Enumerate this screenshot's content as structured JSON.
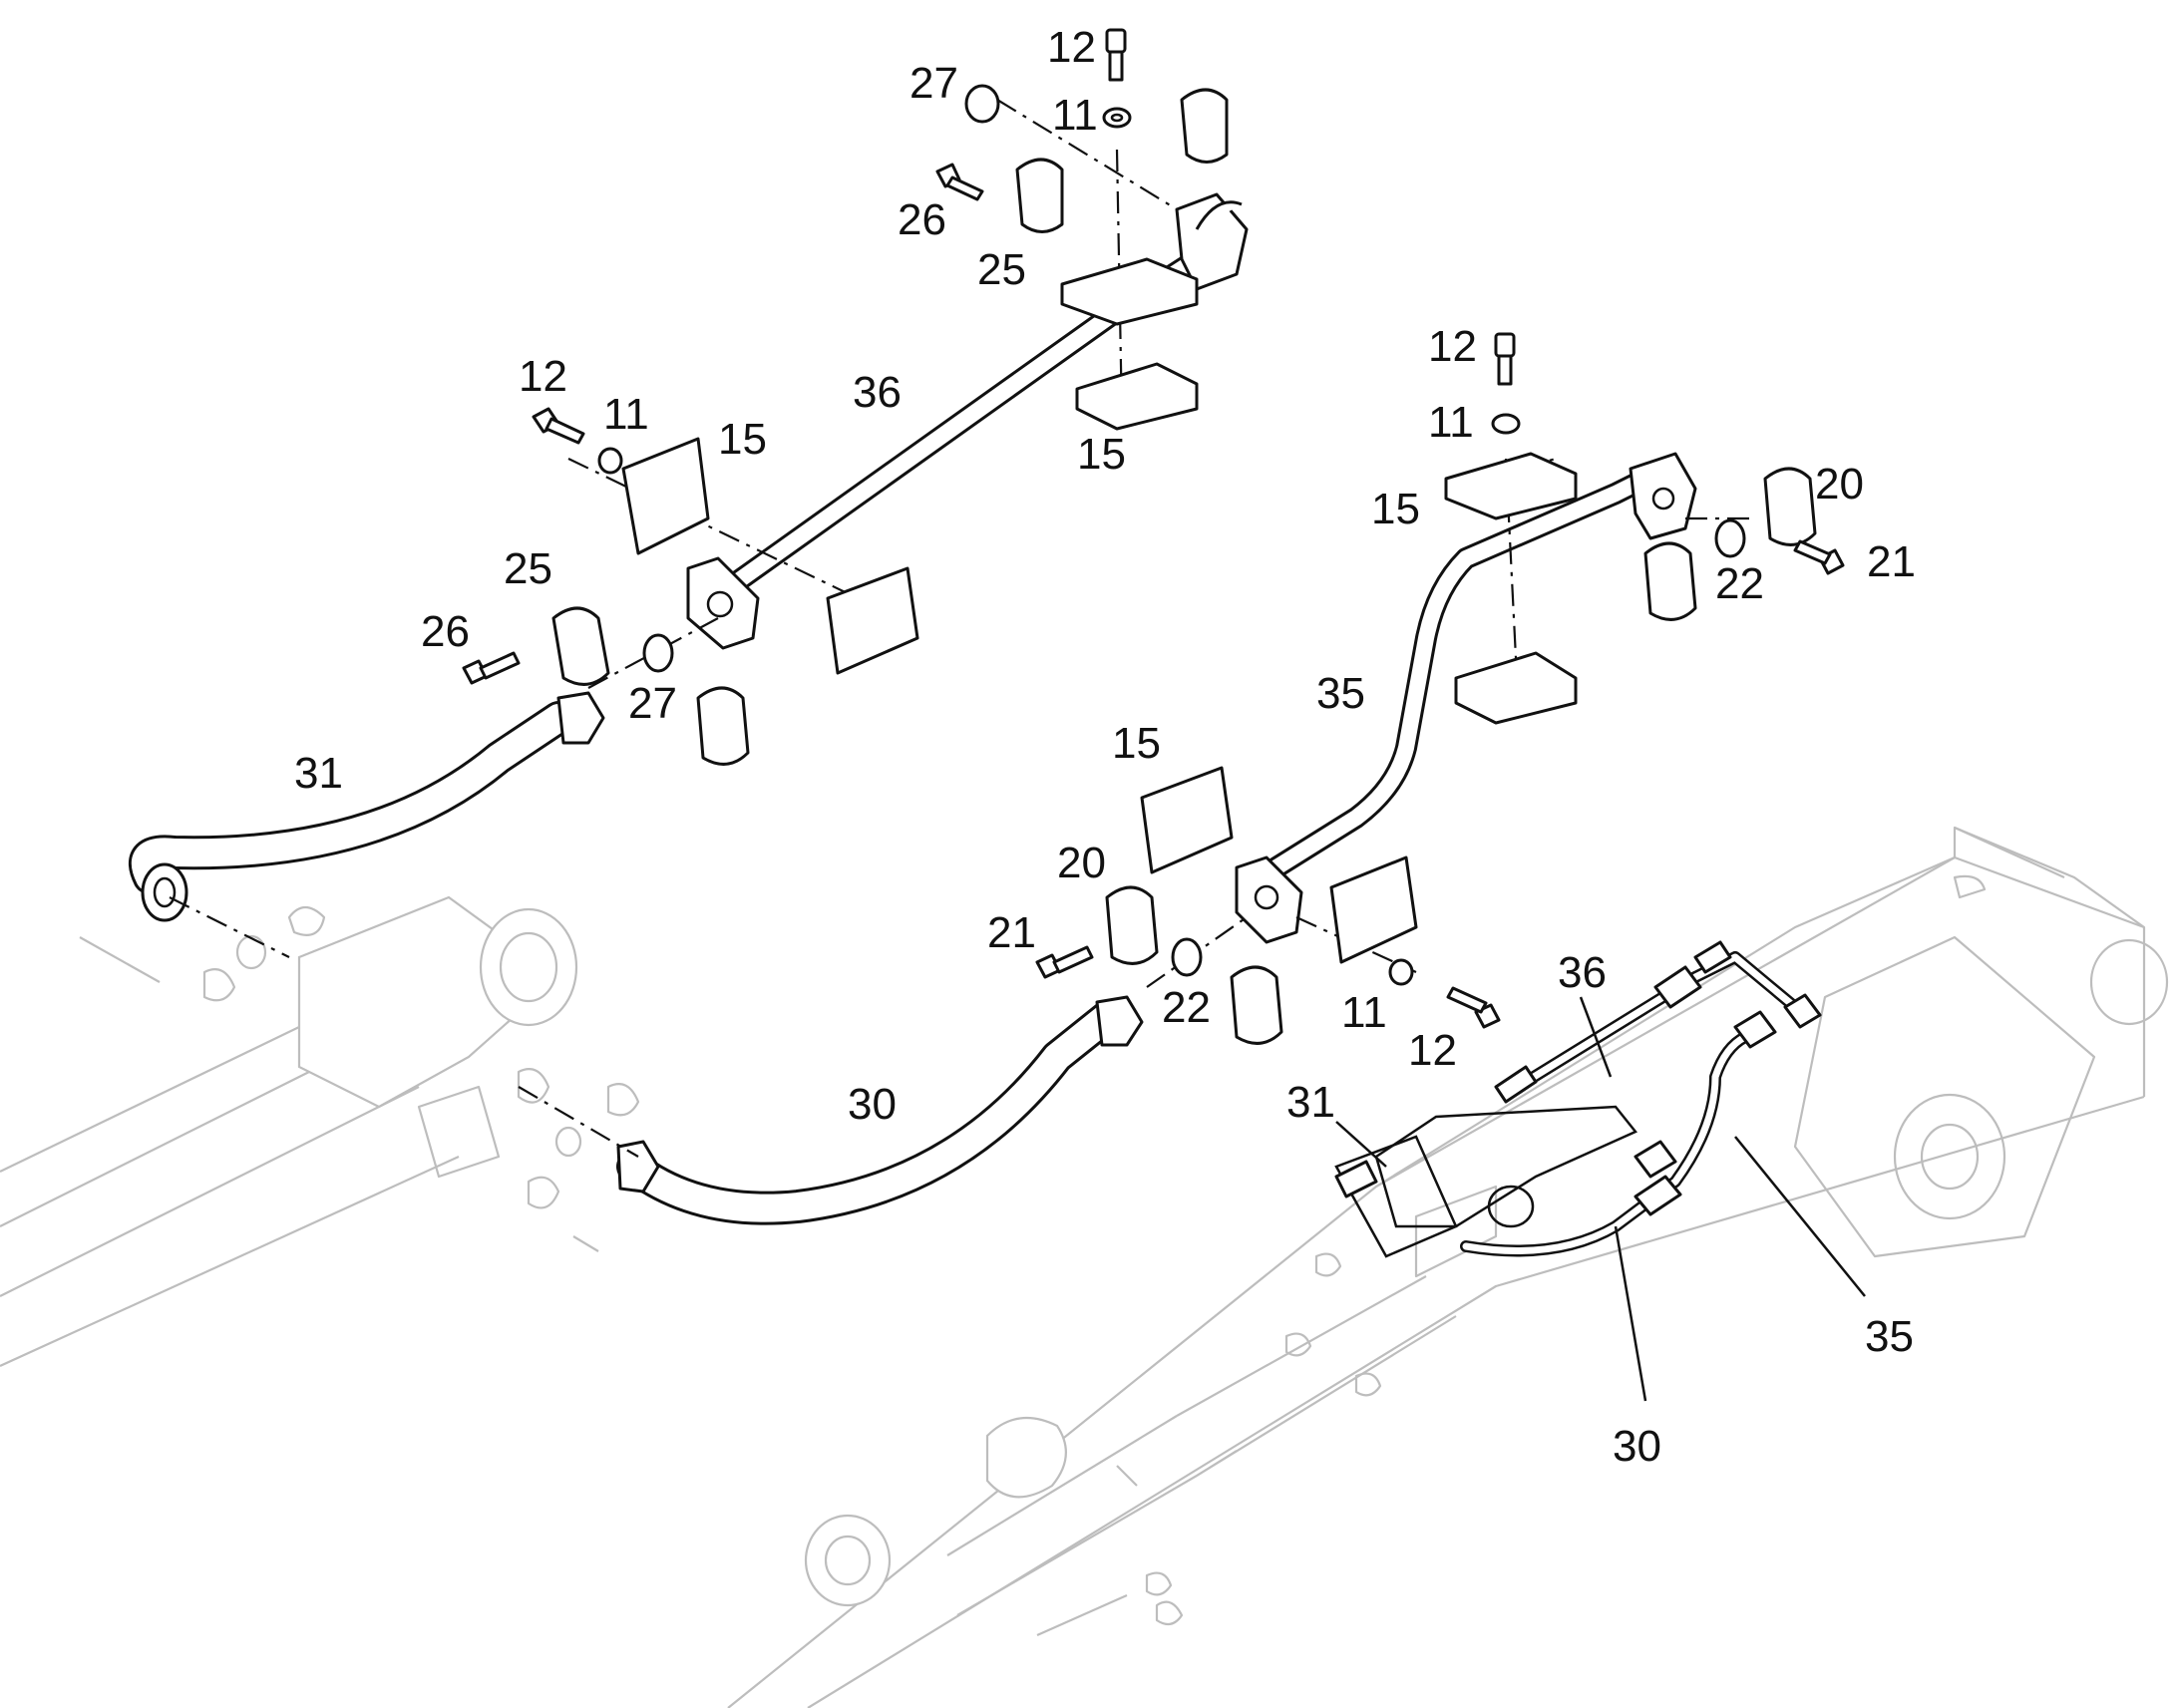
{
  "callouts": {
    "c12_top": "12",
    "c27_top": "27",
    "c11_top": "11",
    "c26_top": "26",
    "c25_top": "25",
    "c12_left": "12",
    "c11_left": "11",
    "c15_left": "15",
    "c36_pipe": "36",
    "c15_top_bracket": "15",
    "c12_right": "12",
    "c11_right": "11",
    "c15_right": "15",
    "c20_right": "20",
    "c21_right": "21",
    "c22_right": "22",
    "c25_left": "25",
    "c26_left": "26",
    "c27_left": "27",
    "c35_pipe": "35",
    "c31_hose": "31",
    "c15_mid": "15",
    "c20_mid": "20",
    "c21_mid": "21",
    "c22_mid": "22",
    "c11_mid": "11",
    "c12_mid": "12",
    "c30_hose": "30",
    "c36_assy": "36",
    "c31_assy": "31",
    "c35_assy": "35",
    "c30_assy": "30"
  },
  "icons": {
    "bolt": "socket-head-bolt-icon",
    "washer": "washer-icon",
    "oring": "o-ring-icon",
    "clamp": "flange-clamp-half-icon",
    "bracket": "pipe-bracket-icon"
  },
  "colors": {
    "line": "#111111",
    "ghost": "#bdbdbd",
    "background": "#ffffff"
  }
}
